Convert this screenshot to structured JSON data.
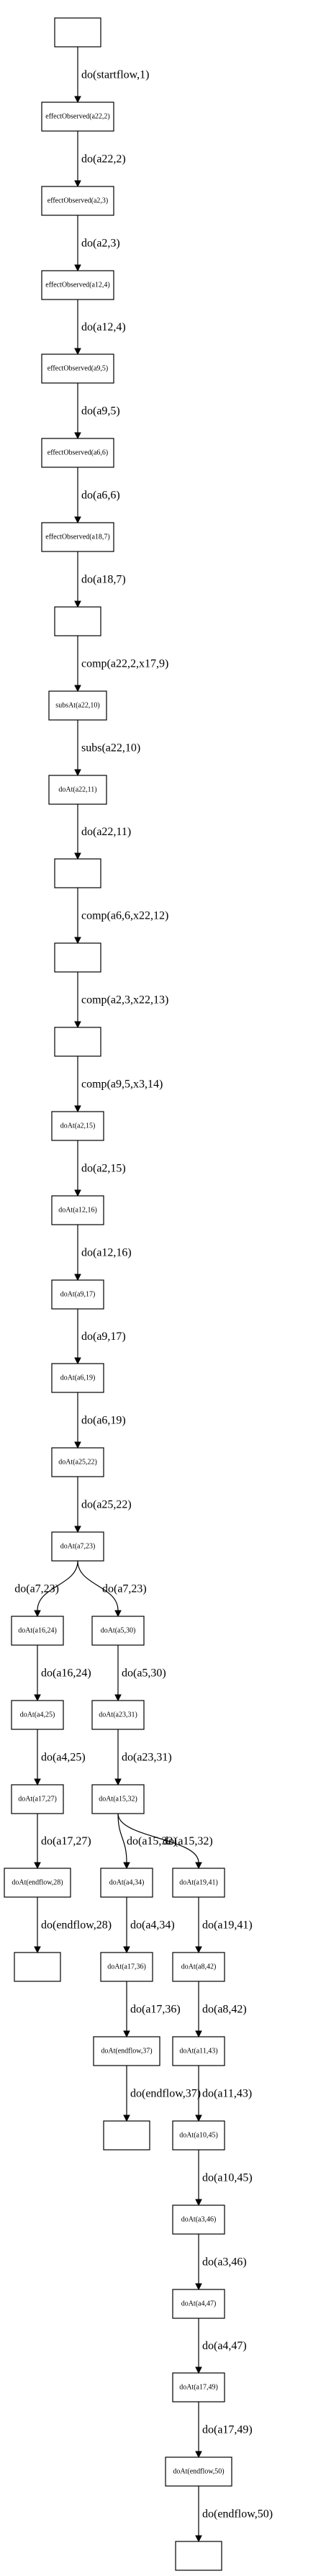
{
  "nodes": [
    {
      "id": "n0",
      "label": ""
    },
    {
      "id": "n1",
      "label": "effectObserved(a22,2)"
    },
    {
      "id": "n2",
      "label": "effectObserved(a2,3)"
    },
    {
      "id": "n3",
      "label": "effectObserved(a12,4)"
    },
    {
      "id": "n4",
      "label": "effectObserved(a9,5)"
    },
    {
      "id": "n5",
      "label": "effectObserved(a6,6)"
    },
    {
      "id": "n6",
      "label": "effectObserved(a18,7)"
    },
    {
      "id": "n7",
      "label": ""
    },
    {
      "id": "n8",
      "label": "subsAt(a22,10)"
    },
    {
      "id": "n9",
      "label": "doAt(a22,11)"
    },
    {
      "id": "n10",
      "label": ""
    },
    {
      "id": "n11",
      "label": ""
    },
    {
      "id": "n12",
      "label": ""
    },
    {
      "id": "n13",
      "label": "doAt(a2,15)"
    },
    {
      "id": "n14",
      "label": "doAt(a12,16)"
    },
    {
      "id": "n15",
      "label": "doAt(a9,17)"
    },
    {
      "id": "n16",
      "label": "doAt(a6,19)"
    },
    {
      "id": "n17",
      "label": "doAt(a25,22)"
    },
    {
      "id": "n18",
      "label": "doAt(a7,23)"
    },
    {
      "id": "n19",
      "label": "doAt(a16,24)"
    },
    {
      "id": "n20",
      "label": "doAt(a5,30)"
    },
    {
      "id": "n21",
      "label": "doAt(a4,25)"
    },
    {
      "id": "n22",
      "label": "doAt(a23,31)"
    },
    {
      "id": "n23",
      "label": "doAt(a17,27)"
    },
    {
      "id": "n24",
      "label": "doAt(a15,32)"
    },
    {
      "id": "n25",
      "label": "doAt(endflow,28)"
    },
    {
      "id": "n26",
      "label": "doAt(a4,34)"
    },
    {
      "id": "n27",
      "label": "doAt(a19,41)"
    },
    {
      "id": "n28",
      "label": ""
    },
    {
      "id": "n29",
      "label": "doAt(a17,36)"
    },
    {
      "id": "n30",
      "label": "doAt(a8,42)"
    },
    {
      "id": "n31",
      "label": "doAt(endflow,37)"
    },
    {
      "id": "n32",
      "label": "doAt(a11,43)"
    },
    {
      "id": "n33",
      "label": ""
    },
    {
      "id": "n34",
      "label": "doAt(a10,45)"
    },
    {
      "id": "n35",
      "label": "doAt(a3,46)"
    },
    {
      "id": "n36",
      "label": "doAt(a4,47)"
    },
    {
      "id": "n37",
      "label": "doAt(a17,49)"
    },
    {
      "id": "n38",
      "label": "doAt(endflow,50)"
    },
    {
      "id": "n39",
      "label": ""
    }
  ],
  "edges": [
    {
      "from": "n0",
      "to": "n1",
      "label": "do(startflow,1)"
    },
    {
      "from": "n1",
      "to": "n2",
      "label": "do(a22,2)"
    },
    {
      "from": "n2",
      "to": "n3",
      "label": "do(a2,3)"
    },
    {
      "from": "n3",
      "to": "n4",
      "label": "do(a12,4)"
    },
    {
      "from": "n4",
      "to": "n5",
      "label": "do(a9,5)"
    },
    {
      "from": "n5",
      "to": "n6",
      "label": "do(a6,6)"
    },
    {
      "from": "n6",
      "to": "n7",
      "label": "do(a18,7)"
    },
    {
      "from": "n7",
      "to": "n8",
      "label": "comp(a22,2,x17,9)"
    },
    {
      "from": "n8",
      "to": "n9",
      "label": "subs(a22,10)"
    },
    {
      "from": "n9",
      "to": "n10",
      "label": "do(a22,11)"
    },
    {
      "from": "n10",
      "to": "n11",
      "label": "comp(a6,6,x22,12)"
    },
    {
      "from": "n11",
      "to": "n12",
      "label": "comp(a2,3,x22,13)"
    },
    {
      "from": "n12",
      "to": "n13",
      "label": "comp(a9,5,x3,14)"
    },
    {
      "from": "n13",
      "to": "n14",
      "label": "do(a2,15)"
    },
    {
      "from": "n14",
      "to": "n15",
      "label": "do(a12,16)"
    },
    {
      "from": "n15",
      "to": "n16",
      "label": "do(a9,17)"
    },
    {
      "from": "n16",
      "to": "n17",
      "label": "do(a6,19)"
    },
    {
      "from": "n17",
      "to": "n18",
      "label": "do(a25,22)"
    },
    {
      "from": "n18",
      "to": "n19",
      "label": "do(a7,23)"
    },
    {
      "from": "n18",
      "to": "n20",
      "label": "do(a7,23)"
    },
    {
      "from": "n19",
      "to": "n21",
      "label": "do(a16,24)"
    },
    {
      "from": "n20",
      "to": "n22",
      "label": "do(a5,30)"
    },
    {
      "from": "n21",
      "to": "n23",
      "label": "do(a4,25)"
    },
    {
      "from": "n22",
      "to": "n24",
      "label": "do(a23,31)"
    },
    {
      "from": "n23",
      "to": "n25",
      "label": "do(a17,27)"
    },
    {
      "from": "n24",
      "to": "n26",
      "label": "do(a15,32)"
    },
    {
      "from": "n24",
      "to": "n27",
      "label": "do(a15,32)"
    },
    {
      "from": "n25",
      "to": "n28",
      "label": "do(endflow,28)"
    },
    {
      "from": "n26",
      "to": "n29",
      "label": "do(a4,34)"
    },
    {
      "from": "n27",
      "to": "n30",
      "label": "do(a19,41)"
    },
    {
      "from": "n29",
      "to": "n31",
      "label": "do(a17,36)"
    },
    {
      "from": "n30",
      "to": "n32",
      "label": "do(a8,42)"
    },
    {
      "from": "n31",
      "to": "n33",
      "label": "do(endflow,37)"
    },
    {
      "from": "n32",
      "to": "n34",
      "label": "do(a11,43)"
    },
    {
      "from": "n34",
      "to": "n35",
      "label": "do(a10,45)"
    },
    {
      "from": "n35",
      "to": "n36",
      "label": "do(a3,46)"
    },
    {
      "from": "n36",
      "to": "n37",
      "label": "do(a4,47)"
    },
    {
      "from": "n37",
      "to": "n38",
      "label": "do(a17,49)"
    },
    {
      "from": "n38",
      "to": "n39",
      "label": "do(endflow,50)"
    }
  ]
}
